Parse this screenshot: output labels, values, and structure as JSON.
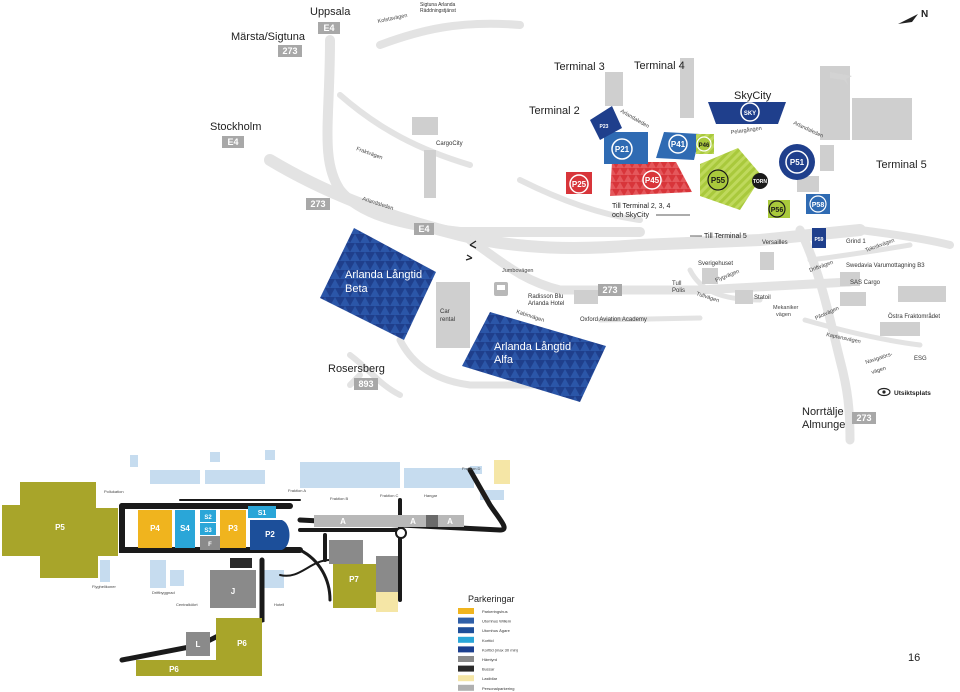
{
  "top_map": {
    "places": {
      "uppsala": "Uppsala",
      "marsta": "Märsta/Sigtuna",
      "stockholm": "Stockholm",
      "rosersberg": "Rosersberg",
      "norrtalje": "Norrtälje",
      "almunge": "Almunge",
      "sigtuna_rad_1": "Sigtuna Arlanda",
      "sigtuna_rad_2": "Räddningstjänst"
    },
    "road_signs": {
      "e4_top": "E4",
      "r273_top": "273",
      "e4_stockholm": "E4",
      "r273_left": "273",
      "e4_mid": "E4",
      "r273_mid": "273",
      "r893": "893",
      "r273_bottom": "273"
    },
    "terminals": {
      "t2": "Terminal 2",
      "t3": "Terminal 3",
      "t4": "Terminal 4",
      "t5": "Terminal 5",
      "skycity": "SkyCity"
    },
    "streets": {
      "kolstavagen": "Kolstavägen",
      "fraktvagen": "Fraktvägen",
      "arlandaleden": "Arlandaleden",
      "arlandaleden_t": "Arlandaleden",
      "pelarvagen": "Pelargången",
      "arlandaleden_r": "Arlandaleden",
      "jumbovagen": "Jumbovägen",
      "kabinvagen": "Kabinvägen",
      "flygvagen": "Flygvägen",
      "tullvagen": "Tullvägen",
      "driftvagen": "Driftvägen",
      "tekvagen": "Teknikvägen",
      "pilotvagen": "Pilotvägen",
      "kaptensvagen": "Kaptensvägen",
      "navvagen_1": "Navigatörs-",
      "navvagen_2": "vägen",
      "malvagen_1": "Mekaniker",
      "malvagen_2": "vägen"
    },
    "places_small": {
      "cargocity": "CargoCity",
      "radisson_1": "Radisson Blu",
      "radisson_2": "Arlanda Hotel",
      "oxford": "Oxford Aviation Academy",
      "car_rental_1": "Car",
      "car_rental_2": "rental",
      "sverigehuset": "Sverigehuset",
      "versailles": "Versailles",
      "tull_1": "Tull",
      "tull_2": "Polis",
      "statoil": "Statoil",
      "grind1": "Grind 1",
      "swedavia": "Swedavia Varumottagning B3",
      "sascargo": "SAS Cargo",
      "ostra": "Östra Fraktområdet",
      "esg": "ESG",
      "utsikt": "Utsiktsplats",
      "torn": "TORN",
      "sky": "SKY"
    },
    "notes": {
      "till_t234_1": "Till Terminal 2, 3, 4",
      "till_t234_2": "och SkyCity",
      "till_t5": "Till Terminal 5"
    },
    "parking": {
      "p21": "P21",
      "p25": "P25",
      "p41": "P41",
      "p45": "P45",
      "p46": "P46",
      "p51": "P51",
      "p55": "P55",
      "p56": "P56",
      "p58": "P58",
      "p59": "P59",
      "p23": "P23",
      "beta_1": "Arlanda Långtid",
      "beta_2": "Beta",
      "alfa_1": "Arlanda Långtid",
      "alfa_2": "Alfa"
    },
    "compass": "N"
  },
  "bottom_map": {
    "zones": {
      "p5": "P5",
      "p4": "P4",
      "s4": "S4",
      "s2": "S2",
      "s3": "S3",
      "p3": "P3",
      "s1": "S1",
      "p2": "P2",
      "f": "F",
      "j": "J",
      "p7": "P7",
      "l": "L",
      "p6": "P6",
      "a1": "A",
      "a2": "A",
      "a3": "A"
    },
    "tiny": {
      "t1": "Fraktion D",
      "t2": "Fraktion A",
      "t3": "Fraktion B",
      "t4": "Fraktion C",
      "t5": "Hangar",
      "t6": "Pollukation",
      "t7": "Flyghelikoner",
      "t8": "Driftbyggnad",
      "t9": "Centralkökrt",
      "t10": "Hotell"
    },
    "legend": {
      "title": "Parkeringar",
      "items": [
        {
          "label": "Parkeringshus",
          "color": "#f0b41e"
        },
        {
          "label": "Utomhus Willem",
          "color": "#2f5fa8"
        },
        {
          "label": "Utomhus Ägare",
          "color": "#1f4f9a"
        },
        {
          "label": "Korttid",
          "color": "#2aa6d8"
        },
        {
          "label": "Korttid (max 30 min)",
          "color": "#1c3f8f"
        },
        {
          "label": "Hämtyrd",
          "color": "#8a8a8a"
        },
        {
          "label": "Bussar",
          "color": "#2a2a2a"
        },
        {
          "label": "Lastbilar",
          "color": "#f5e6a6"
        },
        {
          "label": "Personalparkering",
          "color": "#b0b0b0"
        }
      ]
    }
  },
  "page_number": "16",
  "colors": {
    "road": "#e3e3e3",
    "building": "#cfcfcf",
    "navy": "#1f3f8c",
    "blue": "#2f6bb3",
    "red": "#d8353a",
    "lime": "#a9c93c",
    "olive": "#a8a52a",
    "yellow": "#f0b41e",
    "cyan": "#2aa6d8",
    "dark": "#232323"
  }
}
